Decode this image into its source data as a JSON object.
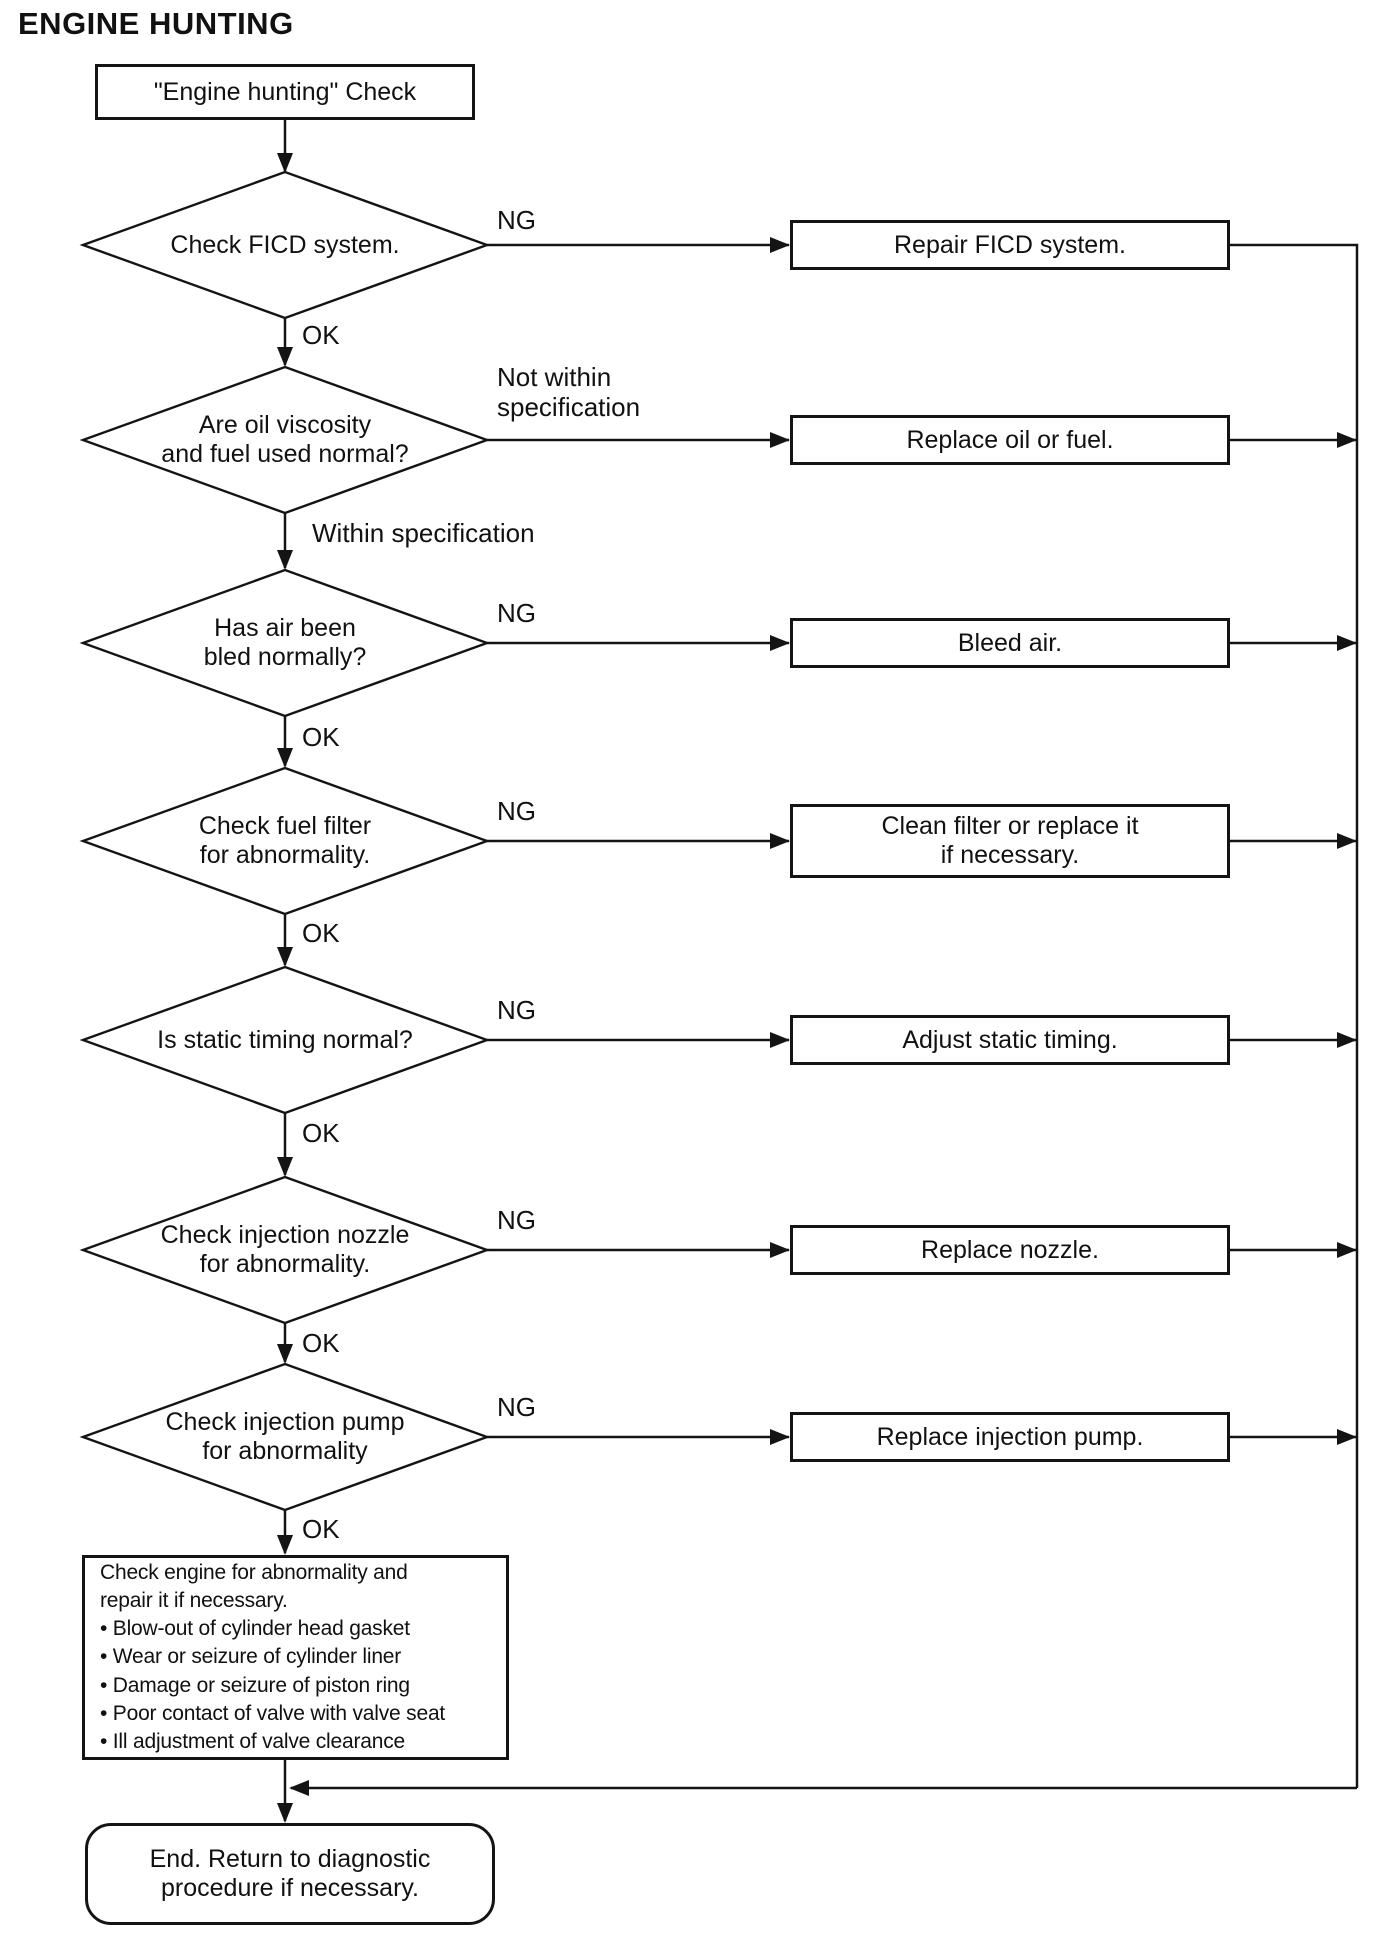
{
  "title": "ENGINE HUNTING",
  "colors": {
    "ink": "#141414",
    "background": "#ffffff"
  },
  "flowchart": {
    "start": {
      "label": "\"Engine hunting\" Check"
    },
    "decisions": [
      {
        "question_lines": [
          "Check FICD system."
        ],
        "branch_label_lines": [
          "NG"
        ],
        "action_lines": [
          "Repair FICD system."
        ],
        "down_label": "OK"
      },
      {
        "question_lines": [
          "Are oil viscosity",
          "and fuel used normal?"
        ],
        "branch_label_lines": [
          "Not within",
          "specification"
        ],
        "action_lines": [
          "Replace oil or fuel."
        ],
        "down_label": "Within specification"
      },
      {
        "question_lines": [
          "Has air been",
          "bled normally?"
        ],
        "branch_label_lines": [
          "NG"
        ],
        "action_lines": [
          "Bleed air."
        ],
        "down_label": "OK"
      },
      {
        "question_lines": [
          "Check fuel filter",
          "for abnormality."
        ],
        "branch_label_lines": [
          "NG"
        ],
        "action_lines": [
          "Clean filter or replace it",
          "if necessary."
        ],
        "down_label": "OK"
      },
      {
        "question_lines": [
          "Is static timing normal?"
        ],
        "branch_label_lines": [
          "NG"
        ],
        "action_lines": [
          "Adjust static timing."
        ],
        "down_label": "OK"
      },
      {
        "question_lines": [
          "Check injection nozzle",
          "for abnormality."
        ],
        "branch_label_lines": [
          "NG"
        ],
        "action_lines": [
          "Replace nozzle."
        ],
        "down_label": "OK"
      },
      {
        "question_lines": [
          "Check injection pump",
          "for abnormality"
        ],
        "branch_label_lines": [
          "NG"
        ],
        "action_lines": [
          "Replace injection pump."
        ],
        "down_label": "OK"
      }
    ],
    "final_check": {
      "lines": [
        "Check engine for abnormality and",
        "repair it if necessary.",
        "• Blow-out of cylinder head gasket",
        "• Wear or seizure of cylinder liner",
        "• Damage or seizure of piston ring",
        "• Poor contact of valve with valve seat",
        "• Ill adjustment of valve clearance"
      ]
    },
    "end": {
      "lines": [
        "End. Return to diagnostic",
        "procedure if necessary."
      ]
    }
  }
}
